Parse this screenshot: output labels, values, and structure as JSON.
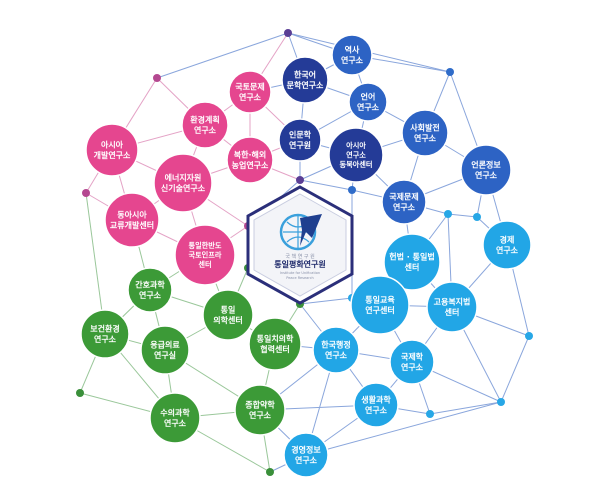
{
  "center": {
    "small_title": "국 책 연 구 원",
    "title": "통일평화연구원",
    "subtitle_1": "Institute for Unification",
    "subtitle_2": "Peace Research"
  },
  "colors": {
    "pink": "#e5468f",
    "navy": "#243b97",
    "blue": "#2d63c4",
    "cyan": "#22a6e6",
    "green": "#3c9a37",
    "pink_line": "#e4a3c6",
    "blue_line": "#8aa6dc",
    "green_line": "#9ac79a",
    "center_border": "#2b2f7a",
    "dot_purple": "#5a3e95",
    "dot_pink": "#b44890",
    "dot_blue": "#2f6cc9",
    "dot_cyan": "#27a7e6",
    "dot_green": "#3a8f3a"
  },
  "nodes": {
    "history": {
      "lines": [
        "역사",
        "연구소"
      ]
    },
    "korean_lit": {
      "lines": [
        "한국어",
        "문학연구소"
      ]
    },
    "land": {
      "lines": [
        "국토문제",
        "연구소"
      ]
    },
    "language": {
      "lines": [
        "언어",
        "연구소"
      ]
    },
    "env_plan": {
      "lines": [
        "환경계획",
        "연구소"
      ]
    },
    "social_dev": {
      "lines": [
        "사회발전",
        "연구소"
      ]
    },
    "asia_dev": {
      "lines": [
        "아시아",
        "개발연구소"
      ]
    },
    "humanities": {
      "lines": [
        "인문학",
        "연구원"
      ]
    },
    "north_south_agri": {
      "lines": [
        "북한·해외",
        "농업연구소"
      ]
    },
    "asia_east": {
      "lines": [
        "아시아",
        "연구소",
        "동북아센터"
      ]
    },
    "media": {
      "lines": [
        "언론정보",
        "연구소"
      ]
    },
    "energy": {
      "lines": [
        "에너지자원",
        "신기술연구소"
      ]
    },
    "intl_issue": {
      "lines": [
        "국제문제",
        "연구소"
      ]
    },
    "east_asia_bio": {
      "lines": [
        "동아시아",
        "교류개발센터"
      ]
    },
    "economy": {
      "lines": [
        "경제",
        "연구소"
      ]
    },
    "unified_infra": {
      "lines": [
        "통일한반도",
        "국토인프라",
        "센터"
      ]
    },
    "const_law": {
      "lines": [
        "헌법 · 통일법",
        "센터"
      ]
    },
    "nursing": {
      "lines": [
        "간호과학",
        "연구소"
      ]
    },
    "unified_med": {
      "lines": [
        "통일",
        "의학센터"
      ]
    },
    "unify_edu": {
      "lines": [
        "통일교육",
        "연구센터"
      ]
    },
    "welfare_law": {
      "lines": [
        "고용복지법",
        "센터"
      ]
    },
    "health_env": {
      "lines": [
        "보건환경",
        "연구소"
      ]
    },
    "emergency": {
      "lines": [
        "응급의료",
        "연구실"
      ]
    },
    "unify_medcoop": {
      "lines": [
        "통일치의학",
        "협력센터"
      ]
    },
    "admin": {
      "lines": [
        "한국행정",
        "연구소"
      ]
    },
    "intl_law": {
      "lines": [
        "국제학",
        "연구소"
      ]
    },
    "vet": {
      "lines": [
        "수의과학",
        "연구소"
      ]
    },
    "pharma": {
      "lines": [
        "종합약학",
        "연구소"
      ]
    },
    "life_sci": {
      "lines": [
        "생활과학",
        "연구소"
      ]
    },
    "mgmt_info": {
      "lines": [
        "경영정보",
        "연구소"
      ]
    }
  }
}
